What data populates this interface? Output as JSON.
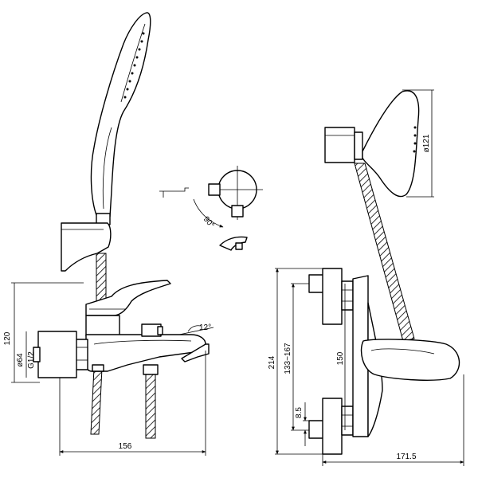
{
  "drawing": {
    "dims": {
      "d156": "156",
      "d120": "120",
      "d64": "ø64",
      "g12": "G1/2",
      "a12": "12°",
      "a90": "90°",
      "d121": "ø121",
      "d214": "214",
      "d133": "133~167",
      "d150": "150",
      "d85": "8.5",
      "d1715": "171.5"
    }
  }
}
